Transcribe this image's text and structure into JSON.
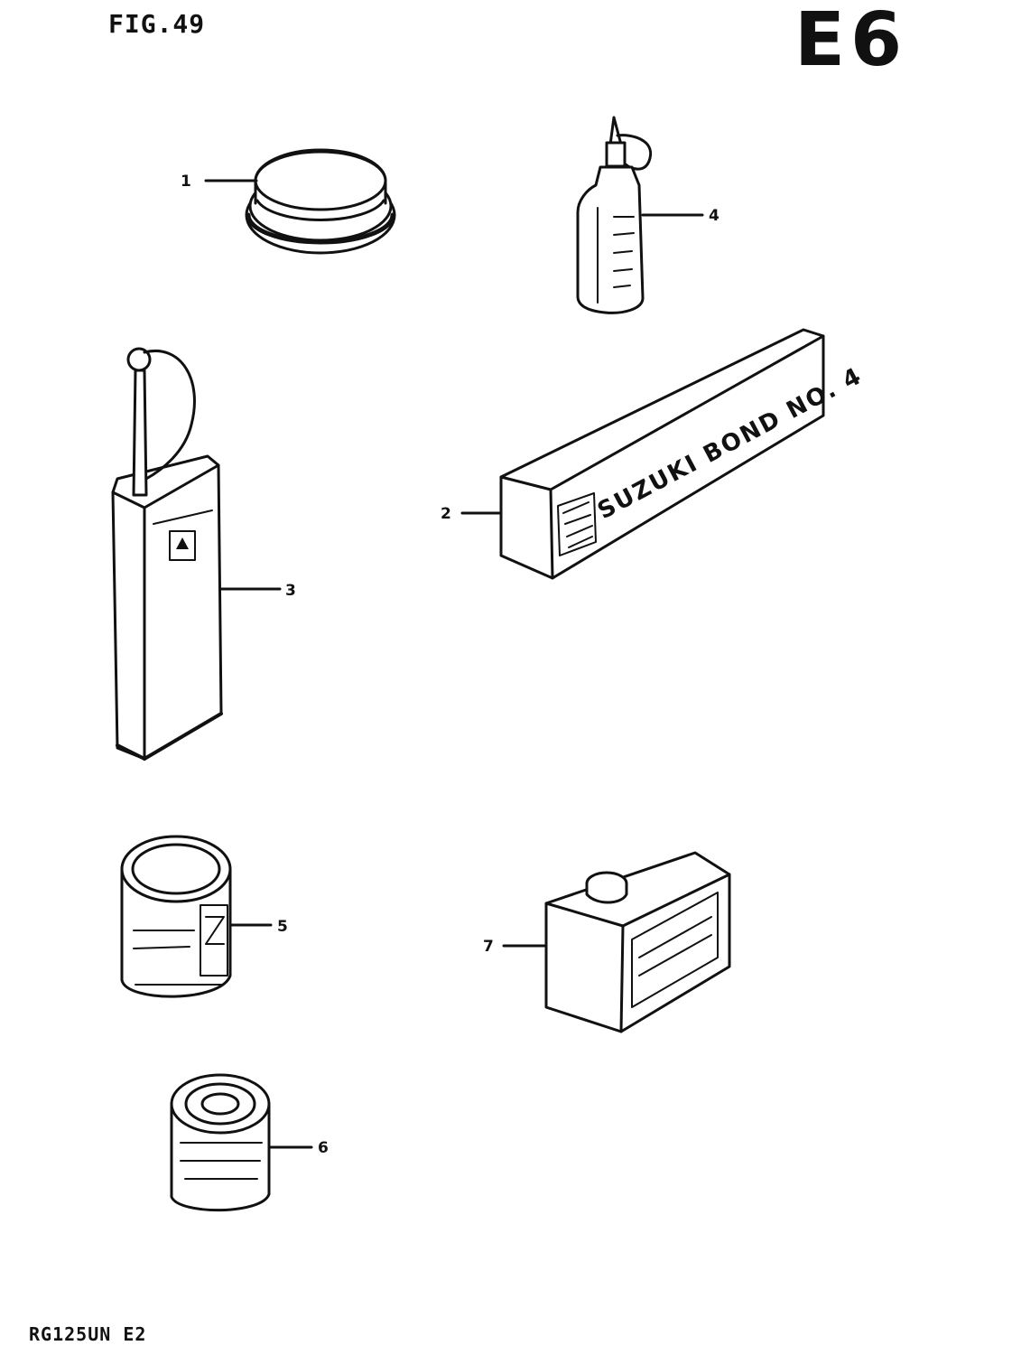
{
  "header": {
    "figure_label": "FIG.49",
    "section_code": "E6"
  },
  "footer": {
    "model_code": "RG125UN E2"
  },
  "parts": [
    {
      "number": "1",
      "icon": "grease-tin-icon"
    },
    {
      "number": "2",
      "icon": "bond-box-icon",
      "package_text": "SUZUKI BOND NO. 4"
    },
    {
      "number": "3",
      "icon": "oil-can-icon"
    },
    {
      "number": "4",
      "icon": "squeeze-bottle-icon"
    },
    {
      "number": "5",
      "icon": "paint-can-icon"
    },
    {
      "number": "6",
      "icon": "small-can-icon"
    },
    {
      "number": "7",
      "icon": "rectangular-tin-icon"
    }
  ],
  "colors": {
    "ink": "#111111",
    "paper": "#ffffff"
  }
}
